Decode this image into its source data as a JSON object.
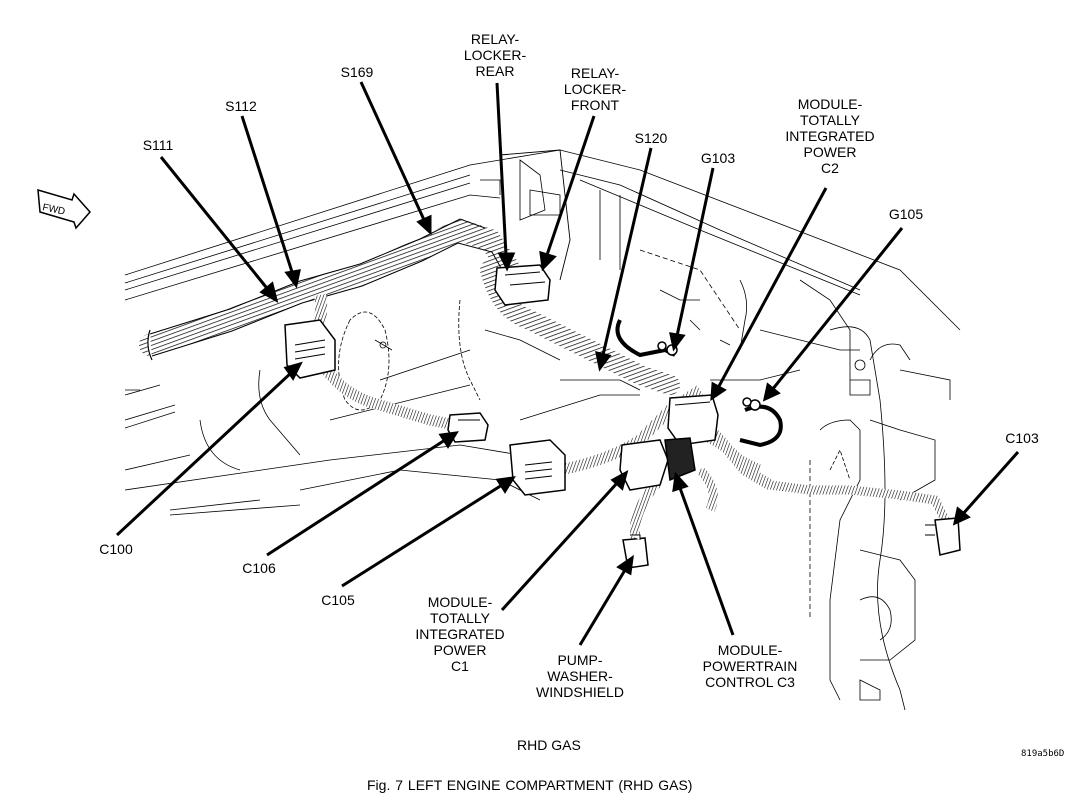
{
  "figure": {
    "caption": "Fig. 7  LEFT ENGINE COMPARTMENT  (RHD GAS)",
    "subtitle": "RHD GAS",
    "image_code": "819a5b6D",
    "orientation_badge": "FWD"
  },
  "callouts": {
    "s111": "S111",
    "s112": "S112",
    "s169": "S169",
    "relay_locker_rear": "RELAY-\nLOCKER-\nREAR",
    "relay_locker_front": "RELAY-\nLOCKER-\nFRONT",
    "s120": "S120",
    "g103": "G103",
    "tipm_c2": "MODULE-\nTOTALLY\nINTEGRATED\nPOWER\nC2",
    "g105": "G105",
    "c103": "C103",
    "c100": "C100",
    "c106": "C106",
    "c105": "C105",
    "tipm_c1": "MODULE-\nTOTALLY\nINTEGRATED\nPOWER\nC1",
    "pump_washer": "PUMP-\nWASHER-\nWINDSHIELD",
    "pcm_c3": "MODULE-\nPOWERTRAIN\nCONTROL C3"
  }
}
